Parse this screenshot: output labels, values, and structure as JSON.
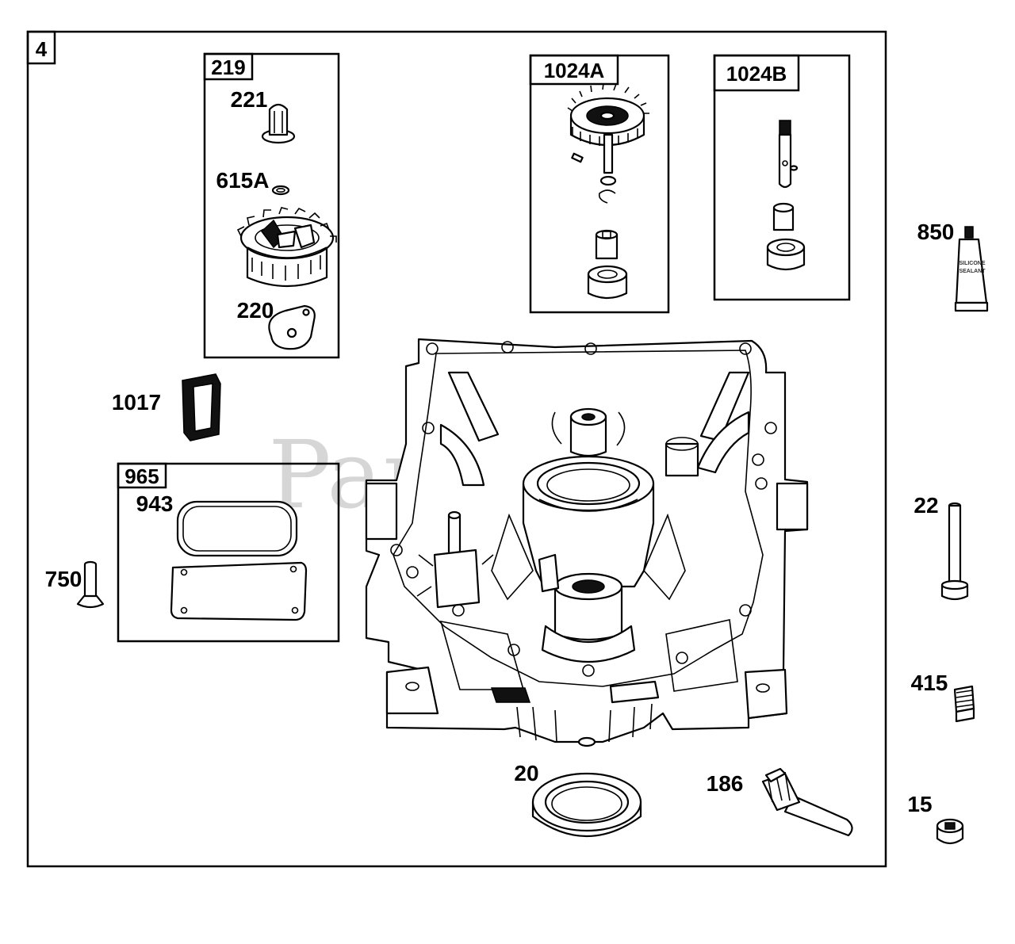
{
  "diagram": {
    "section_number": "4",
    "watermark": "PartsTree",
    "boxes": [
      {
        "id": "219",
        "label": "219",
        "contains": [
          "221",
          "615A",
          "220"
        ]
      },
      {
        "id": "1024A",
        "label": "1024A"
      },
      {
        "id": "1024B",
        "label": "1024B"
      },
      {
        "id": "965",
        "label": "965",
        "contains": [
          "943"
        ]
      }
    ],
    "callouts": {
      "c221": "221",
      "c615A": "615A",
      "c220": "220",
      "c1017": "1017",
      "c943": "943",
      "c750": "750",
      "c850": "850",
      "c22": "22",
      "c415": "415",
      "c20": "20",
      "c186": "186",
      "c15": "15"
    },
    "sealant_tube_text": [
      "SILICONE",
      "SEALANT"
    ]
  }
}
